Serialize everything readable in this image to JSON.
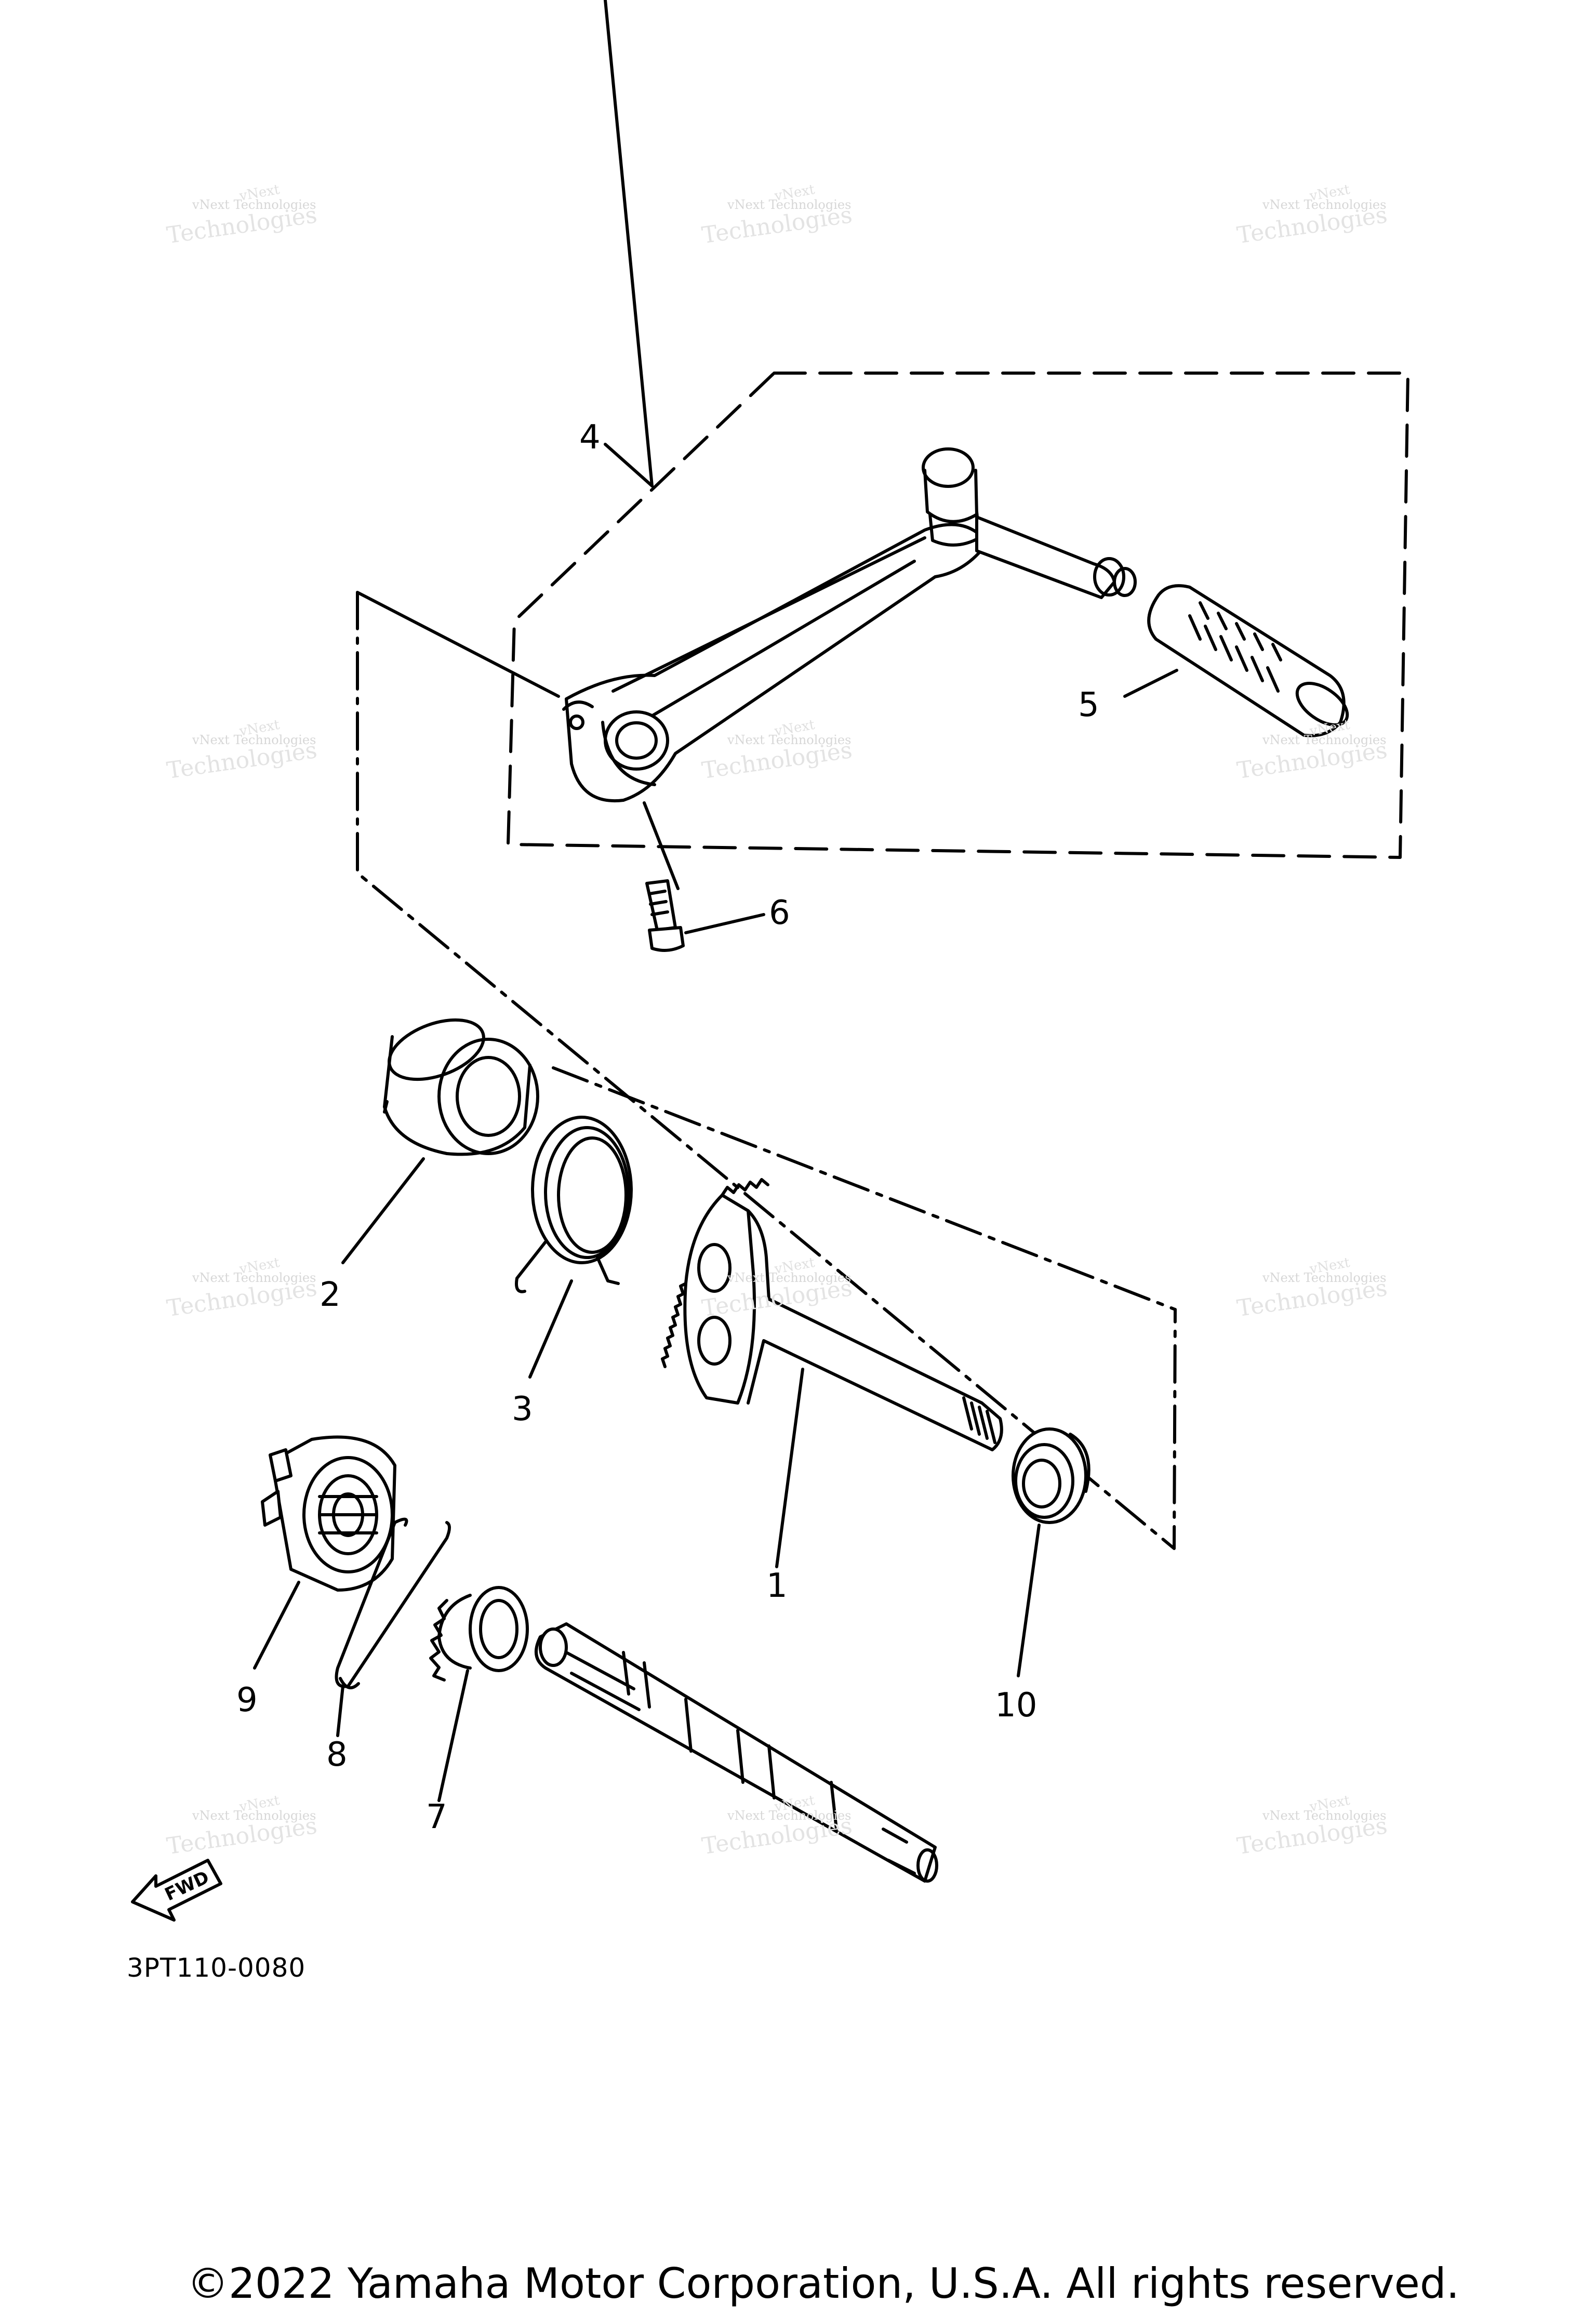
{
  "callouts": {
    "c1": "1",
    "c2": "2",
    "c3": "3",
    "c4": "4",
    "c5": "5",
    "c6": "6",
    "c7": "7",
    "c8": "8",
    "c9": "9",
    "c10": "10"
  },
  "reference_code": "3PT110-0080",
  "direction_label": "FWD",
  "copyright": "©2022 Yamaha Motor Corporation, U.S.A. All rights reserved.",
  "watermark": {
    "line1": "vNext Technologies",
    "line2": "Technologies",
    "line3": "vNext"
  }
}
